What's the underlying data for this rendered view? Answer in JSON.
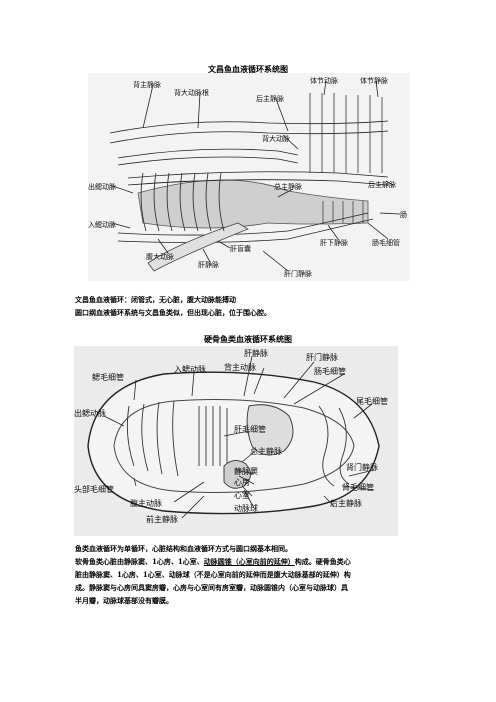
{
  "doc": {
    "title1": "文昌鱼血液循环系统图",
    "fig1_labels": {
      "bei_zhu_jingmai": "背主静脉",
      "bei_dadongmai_genzhi": "背大动脉根",
      "ti_jie_dongmai": "体节动脉",
      "ti_jie_jingmai": "体节静脉",
      "hou_zhu_jingmai_a": "后主静脉",
      "bei_dadongmai": "背大动脉",
      "chu_sai_dongmai": "出鳃动脉",
      "zong_zhu_jingmai": "总主静脉",
      "hou_zhu_jingmai_b": "后主静脉",
      "ru_sai_dongmai": "入鳃动脉",
      "chang": "肠",
      "gan_xia_jingmai": "肝下静脉",
      "chang_maoxiguan": "肠毛细管",
      "gan_mangnang": "肝盲囊",
      "fu_dadongmai": "腹大动脉",
      "gan_jingmai": "肝静脉",
      "gan_men_jingmai": "肝门静脉"
    },
    "para1": [
      "文昌鱼血液循环：闭管式，无心脏，腹大动脉能搏动",
      "圆口纲血液循环系统与文昌鱼类似，但出现心脏，位于围心腔。"
    ],
    "title2": "硬骨鱼类血液循环系统图",
    "fig2_labels": {
      "gan_jingmai": "肝静脉",
      "gan_men_jingmai": "肝门静脉",
      "ru_sai_dongmai": "入鳃动脉",
      "bei_zhu_dongmai": "背主动脉",
      "sai_maoxiguan": "鳃毛细管",
      "chang_maoxiguan": "肠毛细管",
      "chu_sai_dongmai": "出鳃动脉",
      "wei_maoxiguan": "尾毛细管",
      "gan_maoxiguan": "肝毛细管",
      "zong_zhu_jingmai": "总主静脉",
      "shen_men_jingmai": "肾门静脉",
      "tou_bu_maoxiguan": "头部毛细管",
      "jingmai_dou": "静脉窦",
      "shen_maoxiguan": "肾毛细管",
      "fu_zhu_dongmai": "腹主动脉",
      "xin_fang": "心房",
      "hou_zhu_jingmai": "后主静脉",
      "qian_zhu_jingmai": "前主静脉",
      "xin_shi": "心室",
      "dongmai_qiu": "动脉球"
    },
    "para2": {
      "line1": "鱼类血液循环为单循环，心脏结构和血液循环方式与圆口纲基本相同。",
      "line2_pre": "软骨鱼类心脏由静脉窦、1心房、1心室、",
      "line2_ul": "动脉圆锥（心室向前的延伸）",
      "line2_post": "构成。硬骨鱼类心",
      "line3": "脏由静脉窦、1心房、1心室、动脉球（不是心室向前的延伸而是腹大动脉基部的延伸）构",
      "line4": "成。静脉窦与心房间具窦房瓣，心房与心室间有房室瓣，动脉圆锥内（心室与动脉球）具",
      "line5": "半月瓣，动脉球基部没有瓣膜。"
    }
  }
}
